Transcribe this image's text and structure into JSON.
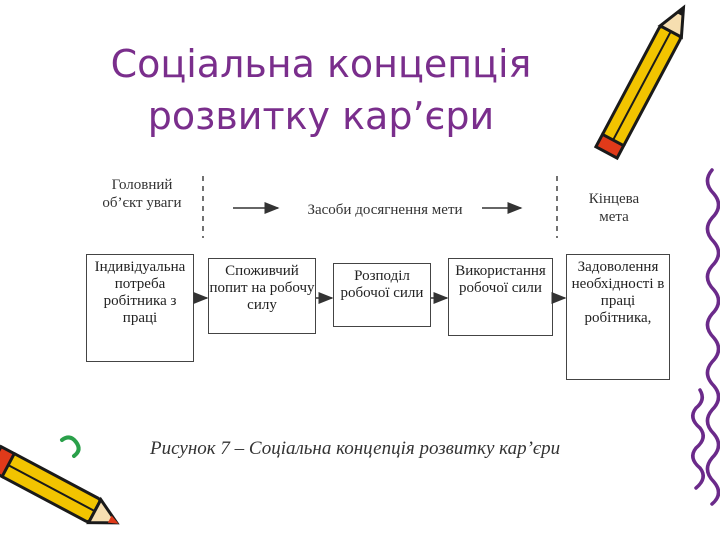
{
  "title": {
    "line1": "Соціальна концепція",
    "line2": "розвитку кар’єри"
  },
  "diagram": {
    "header_left": "Головний об’єкт уваги",
    "header_middle": "Засоби досягнення мети",
    "header_right": "Кінцева мета",
    "boxes": [
      "Індивідуальна потреба робітника з праці",
      "Споживчий попит на робочу силу",
      "Розподіл робочої сили",
      "Використання робочої сили",
      "Задоволення необхідності в праці робітника,"
    ]
  },
  "caption": "Рисунок 7 – Соціальна концепція розвитку кар’єри",
  "colors": {
    "title": "#7a2e8c",
    "pencil_body": "#f2c400",
    "pencil_tip": "#e03a1a",
    "squiggle": "#6b2a8a"
  },
  "decorations": [
    "pencil-icon",
    "pencil-icon",
    "squiggle-border"
  ]
}
